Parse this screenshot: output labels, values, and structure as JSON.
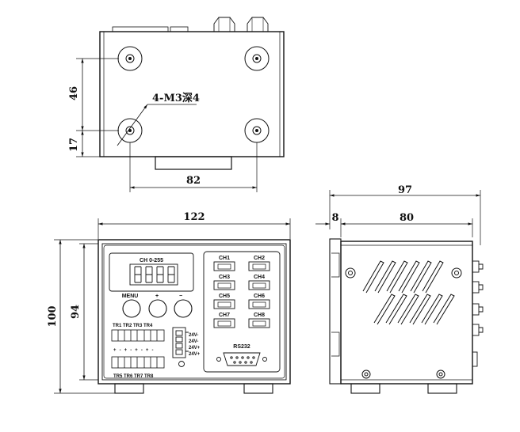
{
  "dimensions": {
    "top_hole_spacing_v": "46",
    "top_hole_offset": "17",
    "top_hole_spacing_h": "82",
    "hole_callout": "4-M3深4",
    "front_width": "122",
    "front_height_outer": "100",
    "front_height_inner": "94",
    "side_depth_total": "97",
    "side_flange": "8",
    "side_depth_body": "80"
  },
  "panel": {
    "display_label": "CH  0-255",
    "buttons": [
      "MENU",
      "+",
      "−"
    ],
    "channels": [
      "CH1",
      "CH2",
      "CH3",
      "CH4",
      "CH5",
      "CH6",
      "CH7",
      "CH8"
    ],
    "tr_top": "TR1 TR2 TR3 TR4",
    "tr_bottom": "TR5 TR6 TR7 TR8",
    "polarity": "+ - + - + - + -",
    "power_pins": [
      "24V-",
      "24V-",
      "24V+",
      "24V+"
    ],
    "serial_label": "RS232"
  }
}
